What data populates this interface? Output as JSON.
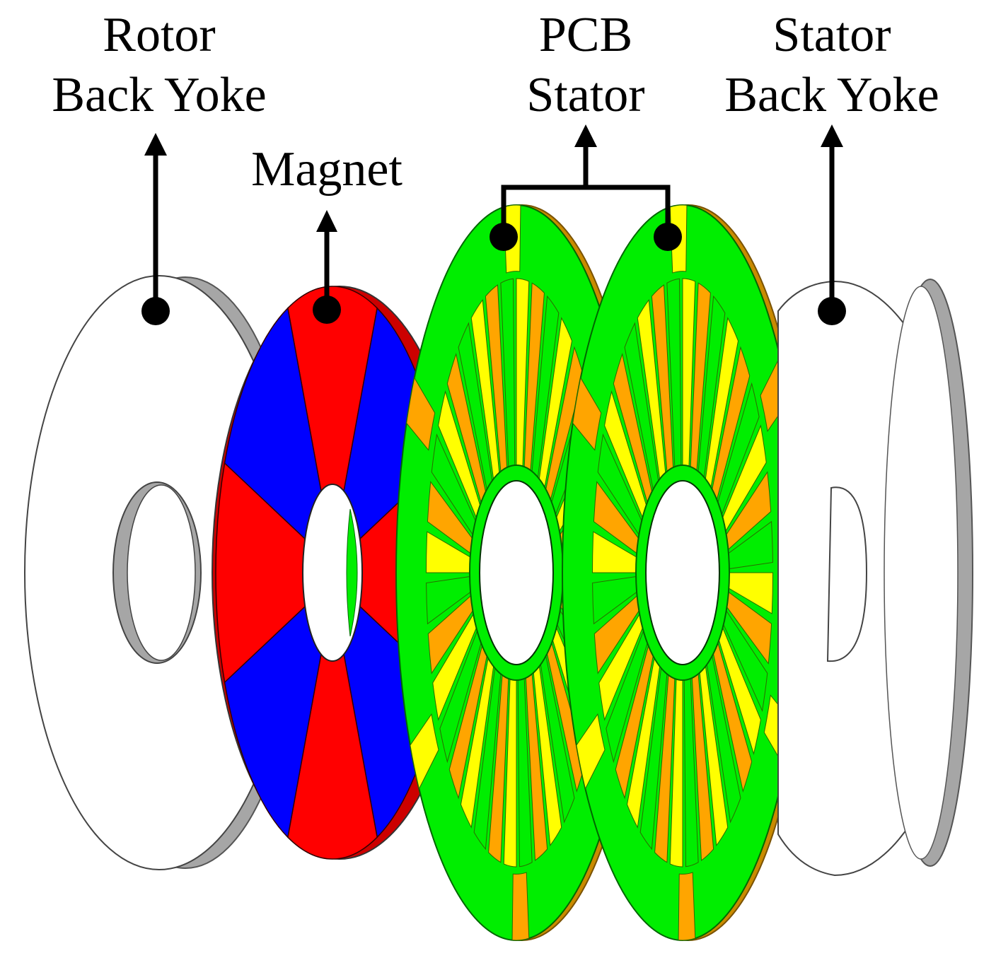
{
  "labels": {
    "rotor_back_yoke": [
      "Rotor",
      "Back Yoke"
    ],
    "magnet": "Magnet",
    "pcb_stator": [
      "PCB",
      "Stator"
    ],
    "stator_back_yoke": [
      "Stator",
      "Back Yoke"
    ]
  },
  "colors": {
    "yoke_face": "#ffffff",
    "yoke_rim": "#a6a6a6",
    "magnet_north": "#ff0000",
    "magnet_south": "#0000ff",
    "pcb_green": "#00ee00",
    "pcb_yellow": "#ffff00",
    "pcb_orange": "#ffa500",
    "line": "#000000"
  }
}
